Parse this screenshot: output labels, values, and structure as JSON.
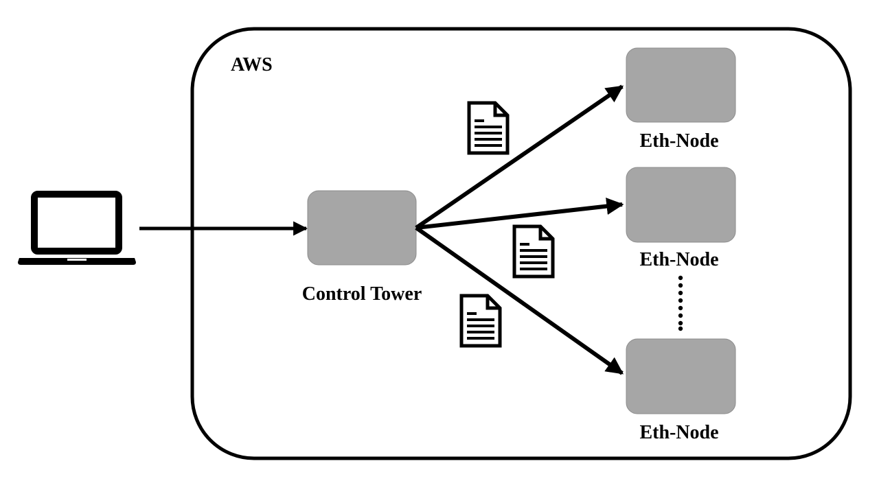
{
  "region": {
    "label": "AWS"
  },
  "client": {
    "icon": "laptop-icon"
  },
  "control_tower": {
    "label": "Control Tower"
  },
  "nodes": [
    {
      "label": "Eth-Node"
    },
    {
      "label": "Eth-Node"
    },
    {
      "label": "Eth-Node"
    }
  ],
  "message_icon": "document-icon",
  "colors": {
    "box_fill": "#a6a6a6",
    "stroke": "#000000"
  }
}
